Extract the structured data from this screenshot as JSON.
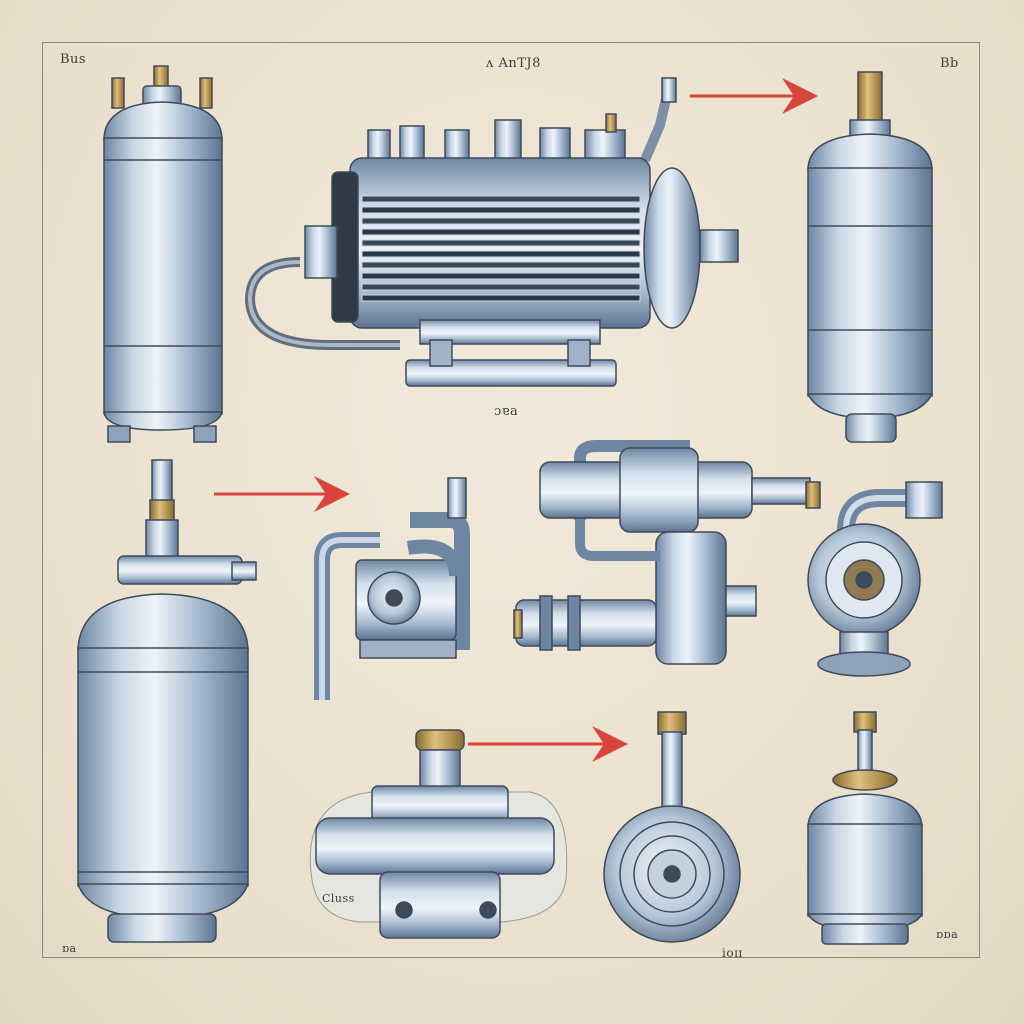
{
  "labels": {
    "top_left": "Bus",
    "top_center": "ʌ AnTJ8",
    "top_right": "Bb",
    "under_motor": "ɔɐa",
    "pump_tag": "Cluss",
    "bottom_left": "ɒa",
    "bottom_center": "ioɪɪ",
    "bottom_right": "ɒɒa"
  },
  "colors": {
    "paper": "#ece3d2",
    "steel": "#a9bdd2",
    "steel_dark": "#59708c",
    "brass": "#b8904a",
    "arrow": "#d9443a",
    "ink": "#3e4a5a"
  },
  "components": [
    {
      "name": "tall-cylinder-tank-icon"
    },
    {
      "name": "finned-compressor-motor-icon"
    },
    {
      "name": "receiver-tank-icon"
    },
    {
      "name": "large-pressure-vessel-icon"
    },
    {
      "name": "valve-assembly-icon"
    },
    {
      "name": "pipe-coupling-icon"
    },
    {
      "name": "small-impeller-pump-icon"
    },
    {
      "name": "centrifugal-pump-icon"
    },
    {
      "name": "round-impeller-disc-icon"
    },
    {
      "name": "small-accumulator-tank-icon"
    }
  ],
  "arrows": [
    {
      "name": "flow-arrow-top",
      "direction": "right"
    },
    {
      "name": "flow-arrow-middle",
      "direction": "right"
    },
    {
      "name": "flow-arrow-bottom",
      "direction": "right"
    }
  ]
}
